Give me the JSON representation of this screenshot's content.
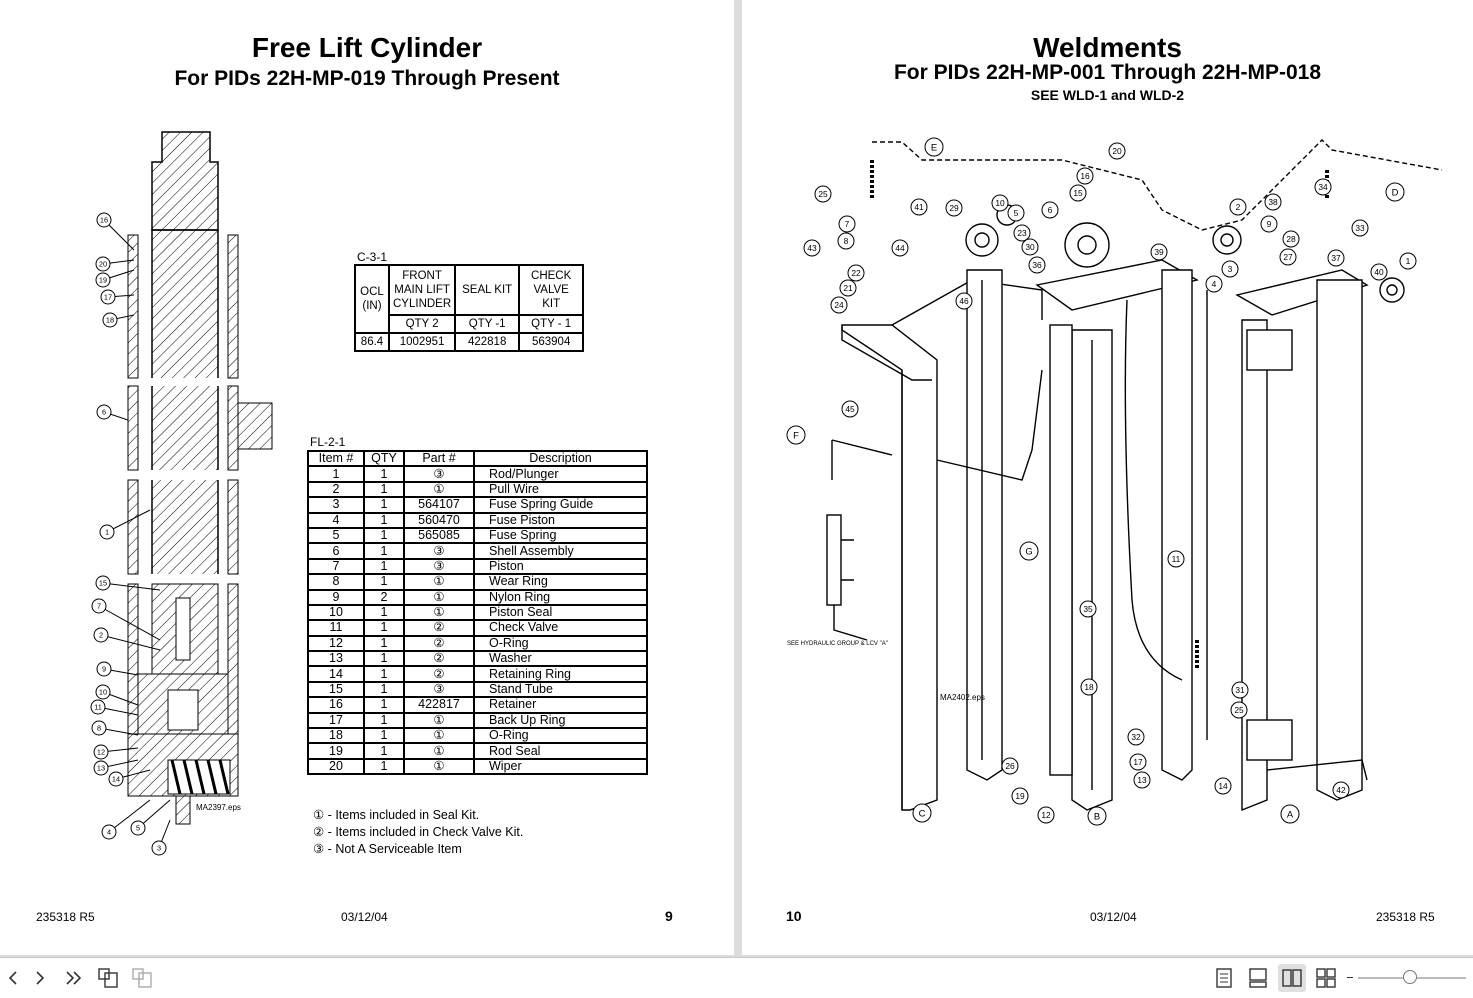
{
  "left_page": {
    "title": "Free Lift Cylinder",
    "subtitle": "For PIDs 22H-MP-019 Through Present",
    "figure_label": "MA2397.eps",
    "kit_table": {
      "caption": "C-3-1",
      "headers": [
        "OCL (IN)",
        "FRONT MAIN LIFT CYLINDER",
        "SEAL KIT",
        "CHECK VALVE KIT"
      ],
      "qty_row": [
        "",
        "QTY 2",
        "QTY -1",
        "QTY - 1"
      ],
      "values": [
        "86.4",
        "1002951",
        "422818",
        "563904"
      ]
    },
    "parts_table": {
      "caption": "FL-2-1",
      "headers": [
        "Item #",
        "QTY",
        "Part #",
        "Description"
      ],
      "rows": [
        [
          "1",
          "1",
          "③",
          "Rod/Plunger"
        ],
        [
          "2",
          "1",
          "①",
          "Pull Wire"
        ],
        [
          "3",
          "1",
          "564107",
          "Fuse Spring Guide"
        ],
        [
          "4",
          "1",
          "560470",
          "Fuse Piston"
        ],
        [
          "5",
          "1",
          "565085",
          "Fuse Spring"
        ],
        [
          "6",
          "1",
          "③",
          "Shell Assembly"
        ],
        [
          "7",
          "1",
          "③",
          "Piston"
        ],
        [
          "8",
          "1",
          "①",
          "Wear Ring"
        ],
        [
          "9",
          "2",
          "①",
          "Nylon Ring"
        ],
        [
          "10",
          "1",
          "①",
          "Piston Seal"
        ],
        [
          "11",
          "1",
          "②",
          "Check Valve"
        ],
        [
          "12",
          "1",
          "②",
          "O-Ring"
        ],
        [
          "13",
          "1",
          "②",
          "Washer"
        ],
        [
          "14",
          "1",
          "②",
          "Retaining Ring"
        ],
        [
          "15",
          "1",
          "③",
          "Stand Tube"
        ],
        [
          "16",
          "1",
          "422817",
          "Retainer"
        ],
        [
          "17",
          "1",
          "①",
          "Back Up Ring"
        ],
        [
          "18",
          "1",
          "①",
          "O-Ring"
        ],
        [
          "19",
          "1",
          "①",
          "Rod Seal"
        ],
        [
          "20",
          "1",
          "①",
          "Wiper"
        ]
      ]
    },
    "notes": [
      "① - Items included in Seal Kit.",
      "② - Items included in Check Valve Kit.",
      "③ - Not A Serviceable Item"
    ],
    "footer_left": "235318 R5",
    "footer_date": "03/12/04",
    "page_number": "9",
    "callouts": [
      "16",
      "20",
      "19",
      "17",
      "18",
      "6",
      "1",
      "15",
      "7",
      "2",
      "9",
      "10",
      "11",
      "8",
      "12",
      "13",
      "14",
      "4",
      "5",
      "3"
    ]
  },
  "right_page": {
    "title": "Weldments",
    "subtitle": "For PIDs 22H-MP-001 Through 22H-MP-018",
    "subtitle2": "SEE WLD-1 and WLD-2",
    "figure_label": "MA2402.eps",
    "hydraulic_note": "SEE HYDRAULIC GROUP & LCV \"A\"",
    "page_number": "10",
    "footer_date": "03/12/04",
    "footer_right": "235318 R5",
    "callouts": [
      "25",
      "41",
      "7",
      "8",
      "43",
      "22",
      "21",
      "24",
      "44",
      "29",
      "10",
      "5",
      "6",
      "23",
      "30",
      "36",
      "46",
      "20",
      "16",
      "15",
      "39",
      "2",
      "3",
      "4",
      "38",
      "34",
      "9",
      "28",
      "27",
      "33",
      "37",
      "40",
      "1",
      "45",
      "11",
      "35",
      "18",
      "32",
      "17",
      "13",
      "31",
      "25",
      "14",
      "42",
      "26",
      "19",
      "12"
    ],
    "letters": [
      "E",
      "D",
      "F",
      "G",
      "C",
      "B",
      "A"
    ]
  },
  "toolbar": {
    "icons": [
      "next-page-icon",
      "last-page-icon",
      "rotate-icon",
      "rotate-disabled-icon",
      "single-page-icon",
      "continuous-page-icon",
      "two-page-icon",
      "thumbnails-icon"
    ]
  }
}
